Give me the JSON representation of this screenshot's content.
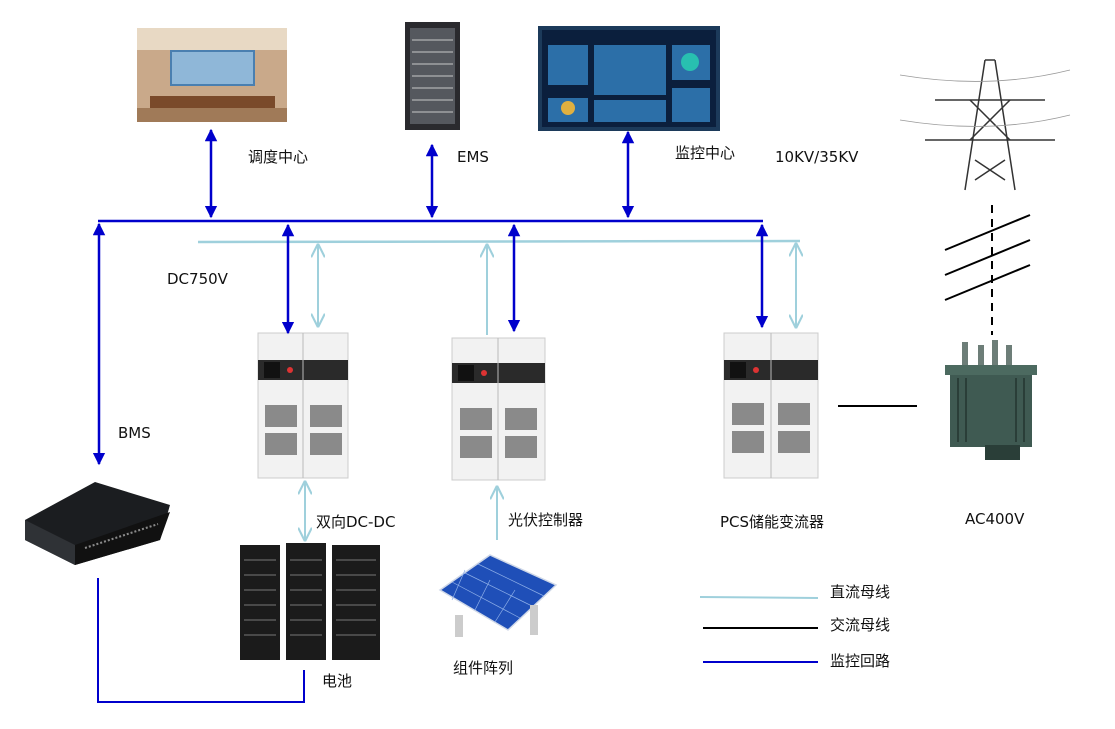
{
  "labels": {
    "dispatch_center": "调度中心",
    "ems": "EMS",
    "monitoring_center": "监控中心",
    "grid_voltage": "10KV/35KV",
    "dc_bus_voltage": "DC750V",
    "bms": "BMS",
    "bidirectional_dcdc": "双向DC-DC",
    "pv_controller": "光伏控制器",
    "pcs": "PCS储能变流器",
    "ac_voltage": "AC400V",
    "battery": "电池",
    "pv_array": "组件阵列"
  },
  "legend": [
    {
      "label": "直流母线",
      "color": "#9fd0dc"
    },
    {
      "label": "交流母线",
      "color": "#000000"
    },
    {
      "label": "监控回路",
      "color": "#0000cc"
    }
  ],
  "colors": {
    "monitor_line": "#0000cc",
    "dc_bus": "#9fd0dc",
    "ac_bus": "#000000"
  }
}
